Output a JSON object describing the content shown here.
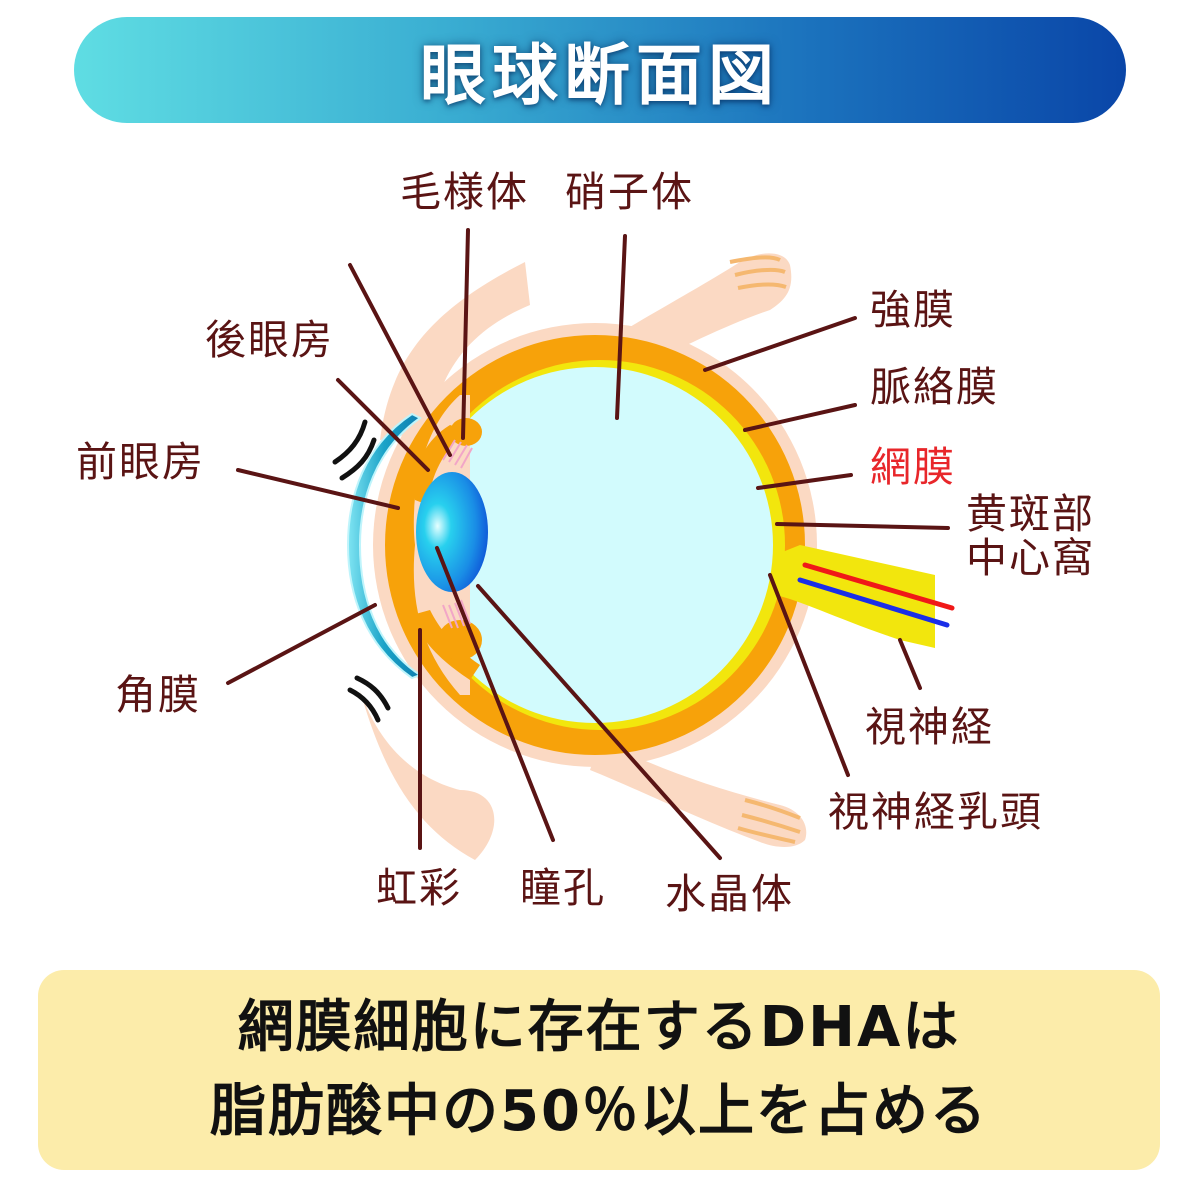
{
  "title": "眼球断面図",
  "colors": {
    "title_gradient_start": "#5fdde3",
    "title_gradient_end": "#0a46a8",
    "label": "#5a1414",
    "label_highlight": "#e8262a",
    "sclera": "#f7a20a",
    "retina": "#f2e60d",
    "vitreous": "#d2fbfd",
    "skin": "#fbd9c3",
    "cornea": "#1a9dc4",
    "lens": "#1a7fe0",
    "artery": "#f01818",
    "vein": "#1a2ee8",
    "note_bg": "#fcecaa"
  },
  "labels": {
    "ciliary_body": "毛様体",
    "vitreous_body": "硝子体",
    "posterior_chamber": "後眼房",
    "anterior_chamber": "前眼房",
    "sclera": "強膜",
    "choroid": "脈絡膜",
    "retina": "網膜",
    "fovea_line1": "黄斑部",
    "fovea_line2": "中心窩",
    "cornea": "角膜",
    "optic_nerve": "視神経",
    "optic_disc": "視神経乳頭",
    "iris": "虹彩",
    "pupil": "瞳孔",
    "lens": "水晶体"
  },
  "note": {
    "line1": "網膜細胞に存在するDHAは",
    "line2": "脂肪酸中の50％以上を占める"
  }
}
